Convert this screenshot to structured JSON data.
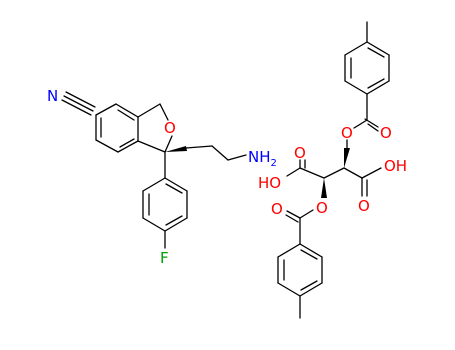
{
  "diagram": {
    "type": "chemical-structure",
    "colors": {
      "bond": "#000000",
      "oxygen": "#ff0000",
      "nitrogen": "#0000ff",
      "fluorine": "#00a000"
    },
    "left_molecule": {
      "labels": {
        "nitrile_n": "N",
        "ring_o": "O",
        "amine": "NH",
        "amine_sub": "2",
        "fluorine": "F"
      }
    },
    "right_molecule": {
      "labels": {
        "acid1": "HO",
        "acid2": "OH",
        "acid1_carbonyl_o": "O",
        "acid2_carbonyl_o": "O",
        "ester_o_upper": "O",
        "ester_o_lower": "O",
        "carbonyl_o_upper": "O",
        "carbonyl_o_lower": "O"
      }
    }
  }
}
